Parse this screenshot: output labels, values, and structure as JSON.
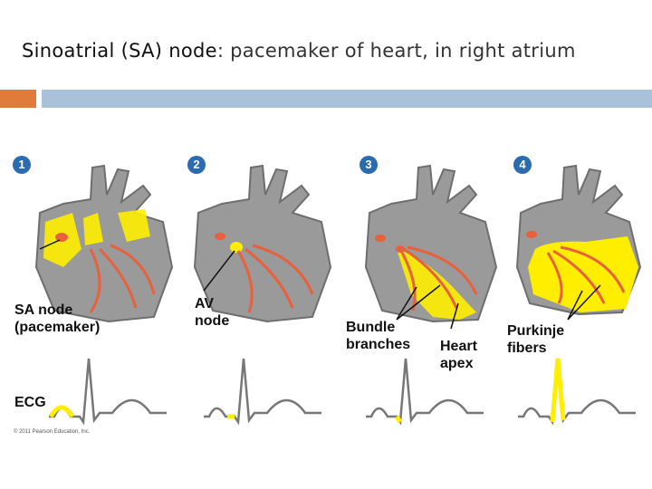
{
  "slide": {
    "title_strong": "Sinoatrial (SA) node",
    "title_rest": ": pacemaker of heart, in right atrium"
  },
  "stages": [
    {
      "number": "1",
      "label": "SA node\n(pacemaker)"
    },
    {
      "number": "2",
      "label": "AV\nnode"
    },
    {
      "number": "3",
      "label": "Bundle\nbranches",
      "label2": "Heart\napex"
    },
    {
      "number": "4",
      "label": "Purkinje\nfibers"
    }
  ],
  "ecg_label": "ECG",
  "copyright": "© 2011 Pearson Education, Inc.",
  "colors": {
    "accent_orange": "#e07b39",
    "accent_blue": "#a9c1d9",
    "number_badge": "#2b6cb0",
    "heart_gray": "#9a9a9a",
    "conduction_yellow": "#ffee00",
    "fiber_red": "#e8613c",
    "ecg_gray": "#777777"
  }
}
